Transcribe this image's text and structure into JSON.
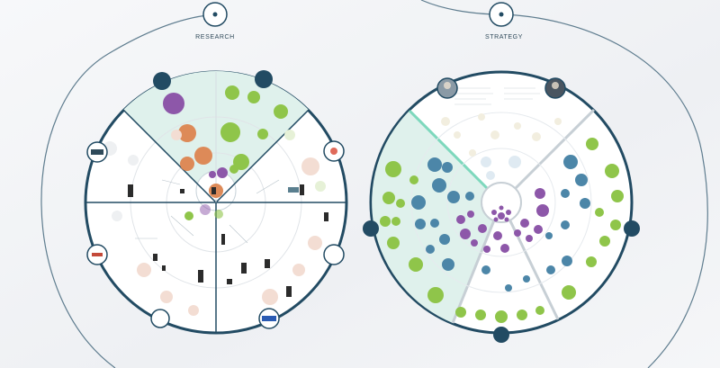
{
  "canvas": {
    "background": "#f3f4f6",
    "frame_color": "#224b63",
    "section_tint": "#dff1ec",
    "highlight_border": "#7ed8bd"
  },
  "sections": [
    {
      "id": "research",
      "label": "RESEARCH"
    },
    {
      "id": "strategy",
      "label": "STRATEGY"
    }
  ],
  "palette": {
    "green": "#8fc54a",
    "purple": "#8d57a9",
    "orange": "#dd8a58",
    "blue": "#4c86a8",
    "soft_peach": "#f3ddd3",
    "soft_green": "#e6f1d7",
    "soft_blue": "#dfeaf2"
  }
}
